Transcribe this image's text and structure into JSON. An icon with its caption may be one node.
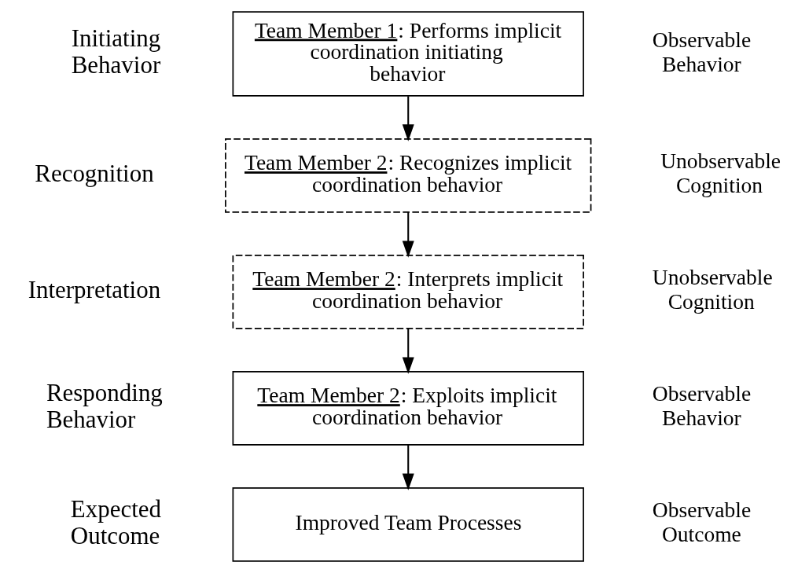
{
  "diagram": {
    "nodes": [
      {
        "text": [
          "Team Member 1: Performs implicit coordination initiating behavior"
        ],
        "beside": [
          "Initiating Behavior",
          "Observable Behavior"
        ]
      },
      {
        "text": [
          "Team Member 2: Recognizes implicit coordination behavior"
        ],
        "beside": [
          "Recognition",
          "Unobservable Cognition"
        ]
      },
      {
        "text": [
          "Team Member 2: Interprets implicit coordination behavior"
        ],
        "beside": [
          "Interpretation",
          "Unobservable Cognition"
        ]
      },
      {
        "text": [
          "Team Member 2: Exploits implicit coordination behavior"
        ],
        "beside": [
          "Responding Behavior",
          "Observable Behavior"
        ]
      },
      {
        "text": [
          "Improved Team Processes"
        ],
        "beside": [
          "Expected Outcome",
          "Observable Outcome"
        ]
      }
    ],
    "edges": [
      {
        "from": 0,
        "to": 1,
        "arrow": "to"
      },
      {
        "from": 1,
        "to": 2,
        "arrow": "to"
      },
      {
        "from": 2,
        "to": 3,
        "arrow": "to"
      },
      {
        "from": 3,
        "to": 4,
        "arrow": "to"
      }
    ]
  }
}
